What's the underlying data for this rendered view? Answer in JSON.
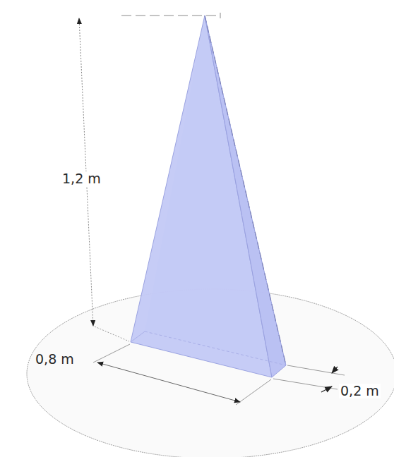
{
  "diagram": {
    "labels": [
      "1,2 m",
      "0,8 m",
      "0,2 m"
    ]
  }
}
